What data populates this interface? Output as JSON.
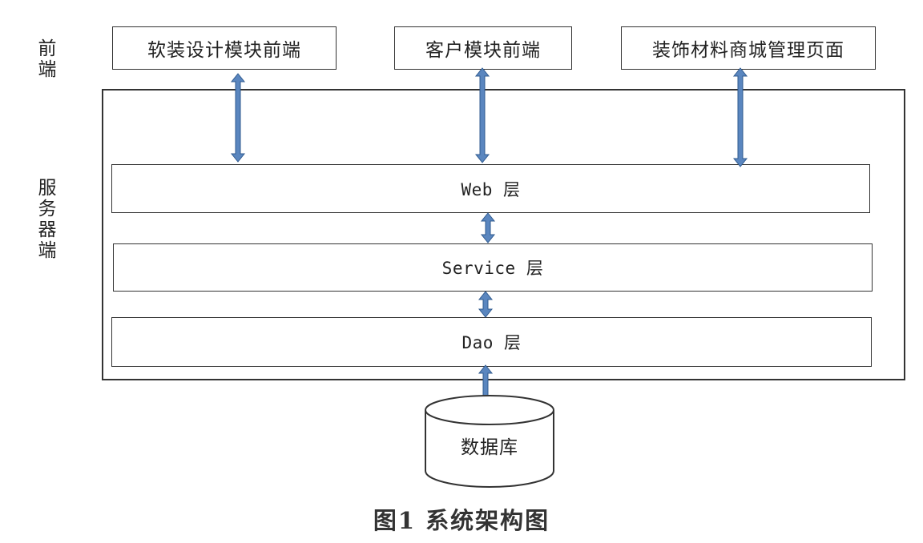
{
  "side_labels": {
    "frontend": "前端",
    "server": "服务器端"
  },
  "frontend_modules": [
    "软装设计模块前端",
    "客户模块前端",
    "装饰材料商城管理页面"
  ],
  "server_layers": {
    "web": "Web 层",
    "service": "Service 层",
    "dao": "Dao 层"
  },
  "database": {
    "label": "数据库"
  },
  "caption": "图1  系统架构图",
  "colors": {
    "arrow": "#5a86bf",
    "arrow_outline": "#2f5a8f",
    "border": "#333333"
  }
}
